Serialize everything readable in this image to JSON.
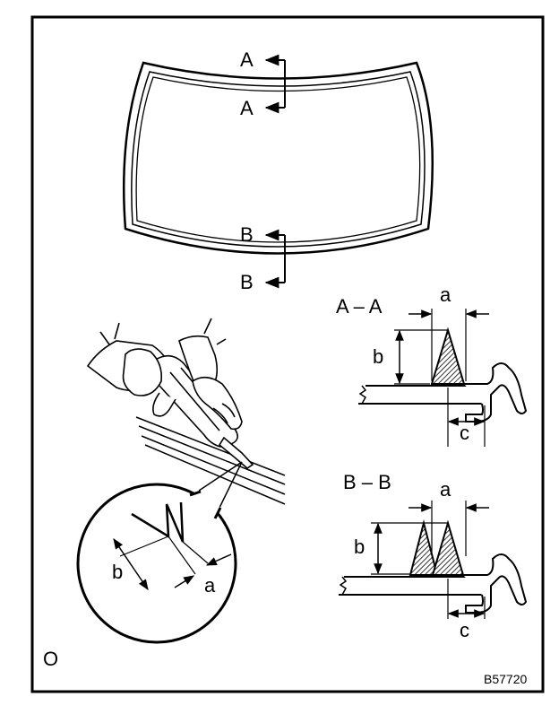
{
  "sections": {
    "a_top": "A",
    "a_bottom": "A",
    "b_top": "B",
    "b_bottom": "B"
  },
  "detail_aa": {
    "title": "A – A",
    "dim_a": "a",
    "dim_b": "b",
    "dim_c": "c"
  },
  "detail_bb": {
    "title": "B – B",
    "dim_a": "a",
    "dim_b": "b",
    "dim_c": "c"
  },
  "nozzle_detail": {
    "dim_b": "b",
    "dim_a": "a"
  },
  "corner_mark": "O",
  "figure_code": "B57720"
}
